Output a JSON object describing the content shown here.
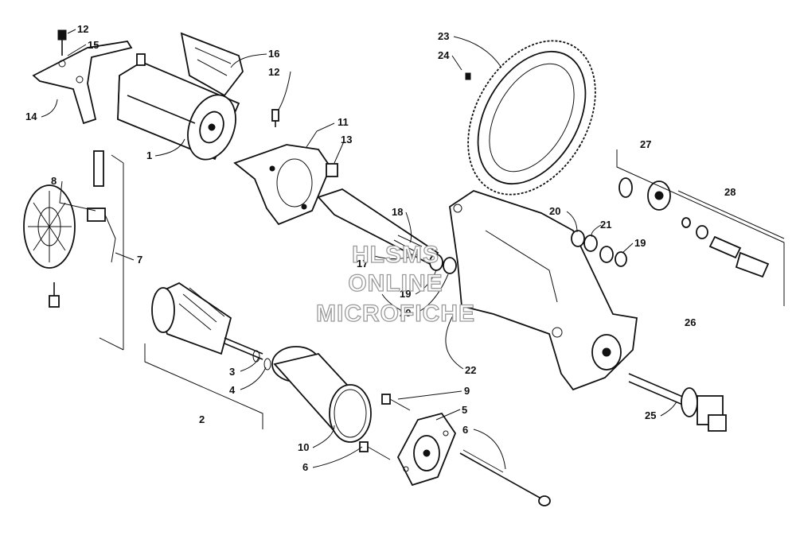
{
  "watermark": {
    "line1": "HLSMS",
    "line2": "ONLINE",
    "line3": "MICROFICHE"
  },
  "callouts": [
    {
      "id": "c1",
      "text": "1"
    },
    {
      "id": "c2",
      "text": "2"
    },
    {
      "id": "c3",
      "text": "3"
    },
    {
      "id": "c4",
      "text": "4"
    },
    {
      "id": "c5",
      "text": "5"
    },
    {
      "id": "c6a",
      "text": "6"
    },
    {
      "id": "c6b",
      "text": "6"
    },
    {
      "id": "c7",
      "text": "7"
    },
    {
      "id": "c8",
      "text": "8"
    },
    {
      "id": "c9",
      "text": "9"
    },
    {
      "id": "c10",
      "text": "10"
    },
    {
      "id": "c11",
      "text": "11"
    },
    {
      "id": "c12a",
      "text": "12"
    },
    {
      "id": "c12b",
      "text": "12"
    },
    {
      "id": "c13",
      "text": "13"
    },
    {
      "id": "c14",
      "text": "14"
    },
    {
      "id": "c15",
      "text": "15"
    },
    {
      "id": "c16",
      "text": "16"
    },
    {
      "id": "c17",
      "text": "17"
    },
    {
      "id": "c18",
      "text": "18"
    },
    {
      "id": "c19a",
      "text": "19"
    },
    {
      "id": "c19b",
      "text": "19"
    },
    {
      "id": "c20a",
      "text": "20"
    },
    {
      "id": "c20b",
      "text": "20"
    },
    {
      "id": "c21",
      "text": "21"
    },
    {
      "id": "c22",
      "text": "22"
    },
    {
      "id": "c23",
      "text": "23"
    },
    {
      "id": "c24",
      "text": "24"
    },
    {
      "id": "c25",
      "text": "25"
    },
    {
      "id": "c26",
      "text": "26"
    },
    {
      "id": "c27",
      "text": "27"
    },
    {
      "id": "c28",
      "text": "28"
    }
  ]
}
